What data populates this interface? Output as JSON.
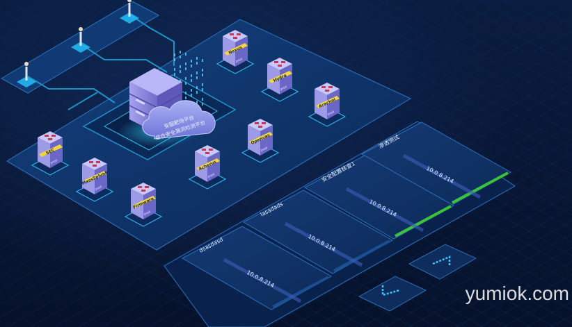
{
  "center": {
    "cloud_line1": "安服靶场平台",
    "cloud_line2": "综合安全漏洞检测平台"
  },
  "server_nodes": [
    {
      "label": "Nexus",
      "sub": "prod"
    },
    {
      "label": "Hydra",
      "sub": "prod"
    },
    {
      "label": "Arachni",
      "sub": "prod"
    },
    {
      "label": "SEC",
      "sub": "prod"
    },
    {
      "label": "Openvas",
      "sub": "prod"
    },
    {
      "label": "MassSplunk",
      "sub": "prod"
    },
    {
      "label": "Acherus",
      "sub": "prod"
    },
    {
      "label": "Firmware",
      "sub": "prod"
    }
  ],
  "panels": [
    {
      "title": "渗透测试",
      "ip": "10.0.8.214"
    },
    {
      "title": "安全配置核查1",
      "ip": "10.0.8.214"
    },
    {
      "title": "lasadads",
      "ip": "10.0.8.214"
    },
    {
      "title": "dsasdasd",
      "ip": "10.0.8.214"
    }
  ],
  "nav": {
    "prev_icon": "arrow-down-left-icon",
    "next_icon": "arrow-up-right-icon"
  },
  "watermark": "yumiok.com",
  "colors": {
    "background": "#071634",
    "platform": "#10336a",
    "accent_cyan": "#38d6ff",
    "progress_green": "#39c43a",
    "tag_yellow": "#f3d63c",
    "panel_fill": "#0f2f61",
    "server_purple": "#7e7bd9"
  }
}
